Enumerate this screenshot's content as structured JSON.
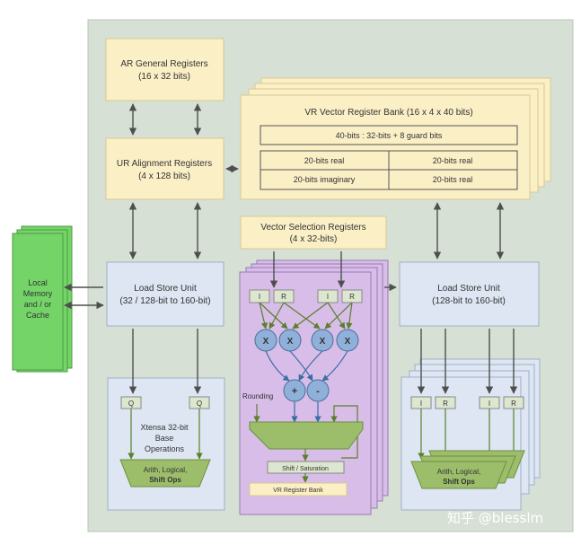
{
  "ar_registers": {
    "title": "AR General Registers",
    "sub": "(16 x 32 bits)"
  },
  "ur_registers": {
    "title": "UR Alignment Registers",
    "sub": "(4 x 128 bits)"
  },
  "vr_bank": {
    "title": "VR Vector Register Bank (16 x 4 x 40 bits)",
    "header_cell": "40-bits : 32-bits + 8 guard bits",
    "cells": [
      "20-bits real",
      "20-bits real",
      "20-bits imaginary",
      "20-bits real"
    ]
  },
  "vector_selection": {
    "title": "Vector Selection Registers",
    "sub": "(4 x 32-bits)"
  },
  "local_memory": {
    "l1": "Local",
    "l2": "Memory",
    "l3": "and / or",
    "l4": "Cache"
  },
  "lsu_left": {
    "title": "Load Store Unit",
    "sub": "(32 / 128-bit to 160-bit)"
  },
  "lsu_right": {
    "title": "Load Store Unit",
    "sub": "(128-bit to 160-bit)"
  },
  "left_alu": {
    "q1": "Q",
    "q2": "Q",
    "l1": "Xtensa 32-bit",
    "l2": "Base",
    "l3": "Operations",
    "alu1": "Arith, Logical,",
    "alu2": "Shift Ops"
  },
  "center": {
    "ir": [
      "I",
      "R",
      "I",
      "R"
    ],
    "mul": [
      "X",
      "X",
      "X",
      "X"
    ],
    "add": "+",
    "sub": "-",
    "rounding": "Rounding",
    "shift": "Shift / Saturation",
    "vrbank": "VR Register Bank"
  },
  "right_alu": {
    "ir": [
      "I",
      "R",
      "I",
      "R"
    ],
    "alu1": "Arith, Logical,",
    "alu2": "Shift Ops"
  },
  "watermark": "知乎 @blesslm",
  "colors": {
    "background": "#d6e0d4",
    "yellow": "#fbefc6",
    "blue": "#dde6f2",
    "purple": "#d7bde8",
    "green": "#74d468",
    "alu_green": "#9cbd6a",
    "arrow": "#4f4f4f"
  }
}
